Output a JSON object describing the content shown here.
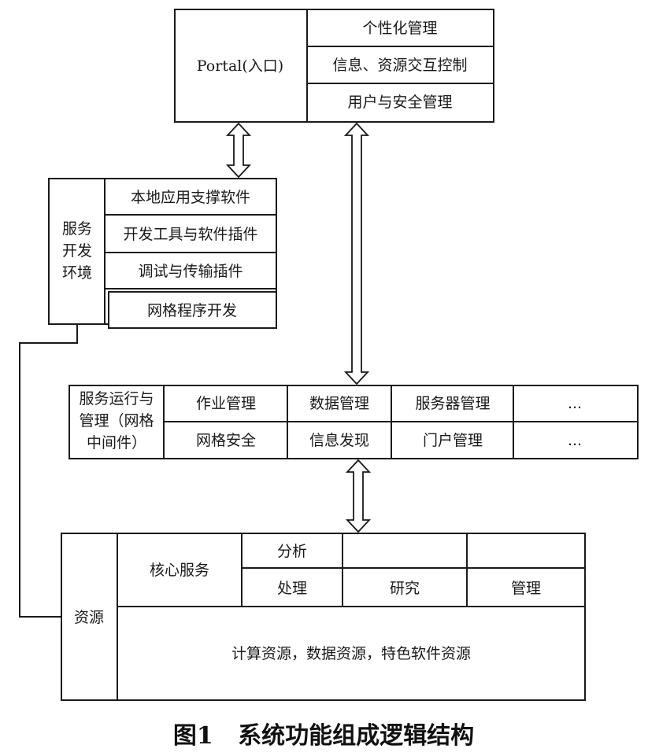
{
  "portal": {
    "entry_label": "Portal(入口)",
    "items": [
      "个性化管理",
      "信息、资源交互控制",
      "用户与安全管理"
    ]
  },
  "dev_env": {
    "label_lines": [
      "服务",
      "开发",
      "环境"
    ],
    "items": [
      "本地应用支撑软件",
      "开发工具与软件插件",
      "调试与传输插件",
      "网格程序开发"
    ]
  },
  "middleware": {
    "label_lines": [
      "服务运行与",
      "管理（网格",
      "中间件）"
    ],
    "rows": [
      [
        "作业管理",
        "数据管理",
        "服务器管理",
        "..."
      ],
      [
        "网格安全",
        "信息发现",
        "门户管理",
        "..."
      ]
    ]
  },
  "resources": {
    "label": "资源",
    "core_label": "核心服务",
    "core_rows": [
      [
        "分析",
        "",
        ""
      ],
      [
        "处理",
        "研究",
        "管理"
      ]
    ],
    "bottom_text": "计算资源，数据资源，特色软件资源"
  },
  "caption": "图1   系统功能组成逻辑结构"
}
